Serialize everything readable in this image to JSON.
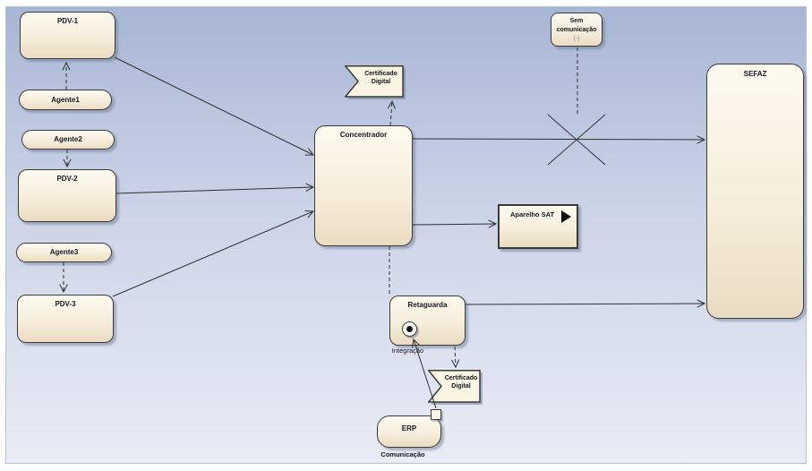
{
  "nodes": {
    "pdv1": {
      "label": "PDV-1"
    },
    "agente1": {
      "label": "Agente1"
    },
    "agente2": {
      "label": "Agente2"
    },
    "pdv2": {
      "label": "PDV-2"
    },
    "agente3": {
      "label": "Agente3"
    },
    "pdv3": {
      "label": "PDV-3"
    },
    "concentrador": {
      "label": "Concentrador"
    },
    "cert_digital_top": {
      "line1": "Certificado",
      "line2": "Digital"
    },
    "sem_comunicacao": {
      "line1": "Sem",
      "line2": "comunicação",
      "line3": "(-)"
    },
    "sefaz": {
      "label": "SEFAZ"
    },
    "aparelho_sat": {
      "label": "Aparelho SAT"
    },
    "retaguarda": {
      "label": "Retaguarda"
    },
    "cert_digital_bottom": {
      "line1": "Certificado",
      "line2": "Digital"
    },
    "erp": {
      "label": "ERP"
    }
  },
  "labels": {
    "integracao": "Integração",
    "comunicacao": "Comunicação"
  },
  "colors": {
    "canvas_top": "#a8b6d5",
    "canvas_mid": "#ccd4e7",
    "canvas_bottom": "#e8ecf5",
    "node_fill_top": "#fdfaf0",
    "node_fill_bottom": "#eadcc2",
    "node_border": "#3a3a3a",
    "line": "#2f2f2f",
    "text": "#15151f",
    "muted_text": "#8f8f8f",
    "shadow": "rgba(110,122,148,0.5)",
    "page_bg": "#ffffff"
  }
}
